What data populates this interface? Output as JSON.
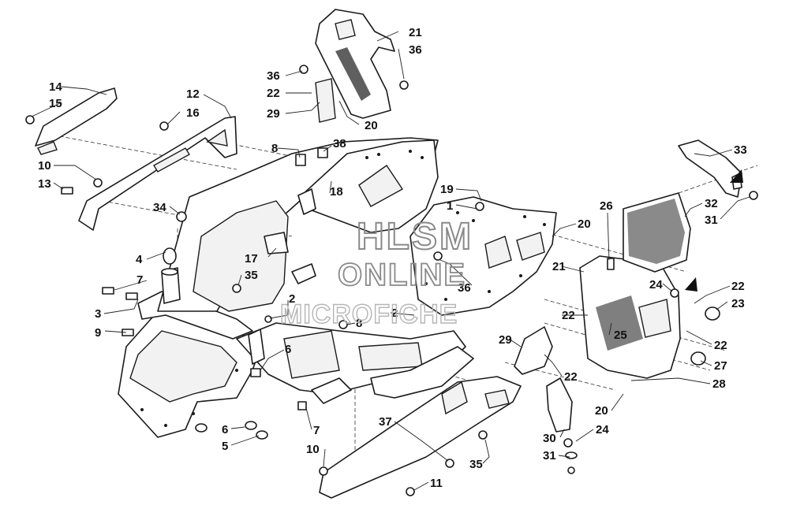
{
  "watermark": {
    "line1": "HLSM",
    "line2": "ONLINE",
    "line3": "MICROFICHE"
  },
  "callouts": [
    {
      "id": "c14",
      "label": "14"
    },
    {
      "id": "c15",
      "label": "15"
    },
    {
      "id": "c12",
      "label": "12"
    },
    {
      "id": "c16",
      "label": "16"
    },
    {
      "id": "c10a",
      "label": "10"
    },
    {
      "id": "c13",
      "label": "13"
    },
    {
      "id": "c8a",
      "label": "8"
    },
    {
      "id": "c38",
      "label": "38"
    },
    {
      "id": "c18",
      "label": "18"
    },
    {
      "id": "c34",
      "label": "34"
    },
    {
      "id": "c4",
      "label": "4"
    },
    {
      "id": "c17",
      "label": "17"
    },
    {
      "id": "c35a",
      "label": "35"
    },
    {
      "id": "c7a",
      "label": "7"
    },
    {
      "id": "c3",
      "label": "3"
    },
    {
      "id": "c9",
      "label": "9"
    },
    {
      "id": "c2a",
      "label": "2"
    },
    {
      "id": "c8b",
      "label": "8"
    },
    {
      "id": "c2b",
      "label": "2"
    },
    {
      "id": "c6a",
      "label": "6"
    },
    {
      "id": "c6b",
      "label": "6"
    },
    {
      "id": "c5",
      "label": "5"
    },
    {
      "id": "c7b",
      "label": "7"
    },
    {
      "id": "c10b",
      "label": "10"
    },
    {
      "id": "c37",
      "label": "37"
    },
    {
      "id": "c35b",
      "label": "35"
    },
    {
      "id": "c11",
      "label": "11"
    },
    {
      "id": "c21a",
      "label": "21"
    },
    {
      "id": "c36a",
      "label": "36"
    },
    {
      "id": "c36b",
      "label": "36"
    },
    {
      "id": "c22a",
      "label": "22"
    },
    {
      "id": "c29a",
      "label": "29"
    },
    {
      "id": "c20a",
      "label": "20"
    },
    {
      "id": "c19",
      "label": "19"
    },
    {
      "id": "c1",
      "label": "1"
    },
    {
      "id": "c36c",
      "label": "36"
    },
    {
      "id": "c20b",
      "label": "20"
    },
    {
      "id": "c26",
      "label": "26"
    },
    {
      "id": "c21b",
      "label": "21"
    },
    {
      "id": "c24a",
      "label": "24"
    },
    {
      "id": "c22b",
      "label": "22"
    },
    {
      "id": "c23",
      "label": "23"
    },
    {
      "id": "c22c",
      "label": "22"
    },
    {
      "id": "c25",
      "label": "25"
    },
    {
      "id": "c22d",
      "label": "22"
    },
    {
      "id": "c27",
      "label": "27"
    },
    {
      "id": "c29b",
      "label": "29"
    },
    {
      "id": "c22e",
      "label": "22"
    },
    {
      "id": "c28",
      "label": "28"
    },
    {
      "id": "c20c",
      "label": "20"
    },
    {
      "id": "c30",
      "label": "30"
    },
    {
      "id": "c24b",
      "label": "24"
    },
    {
      "id": "c31a",
      "label": "31"
    },
    {
      "id": "c33",
      "label": "33"
    },
    {
      "id": "c32",
      "label": "32"
    },
    {
      "id": "c31b",
      "label": "31"
    }
  ]
}
